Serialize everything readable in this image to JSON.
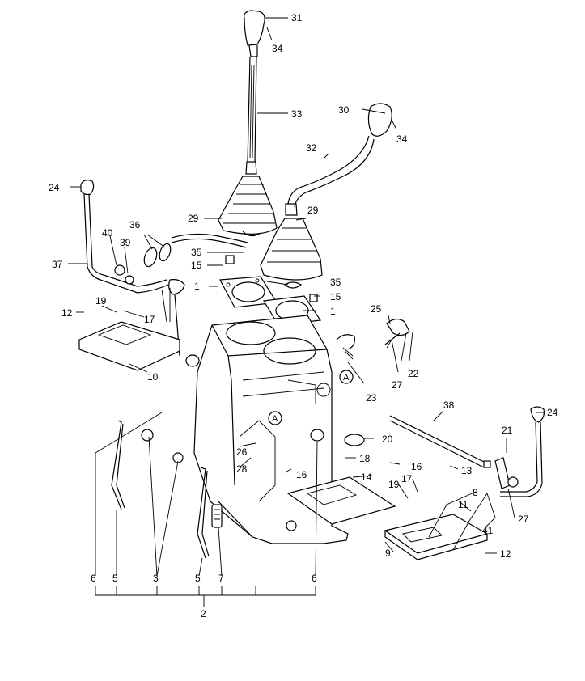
{
  "diagram": {
    "callouts": [
      "31",
      "34",
      "33",
      "30",
      "34",
      "32",
      "24",
      "29",
      "29",
      "40",
      "39",
      "36",
      "35",
      "15",
      "35",
      "15",
      "37",
      "1",
      "1",
      "12",
      "19",
      "17",
      "10",
      "25",
      "22",
      "27",
      "23",
      "38",
      "24",
      "21",
      "20",
      "18",
      "16",
      "26",
      "28",
      "16",
      "14",
      "13",
      "17",
      "19",
      "8",
      "27",
      "11",
      "41",
      "9",
      "12",
      "6",
      "5",
      "3",
      "5",
      "7",
      "6",
      "2"
    ],
    "detail_marker": "A"
  }
}
